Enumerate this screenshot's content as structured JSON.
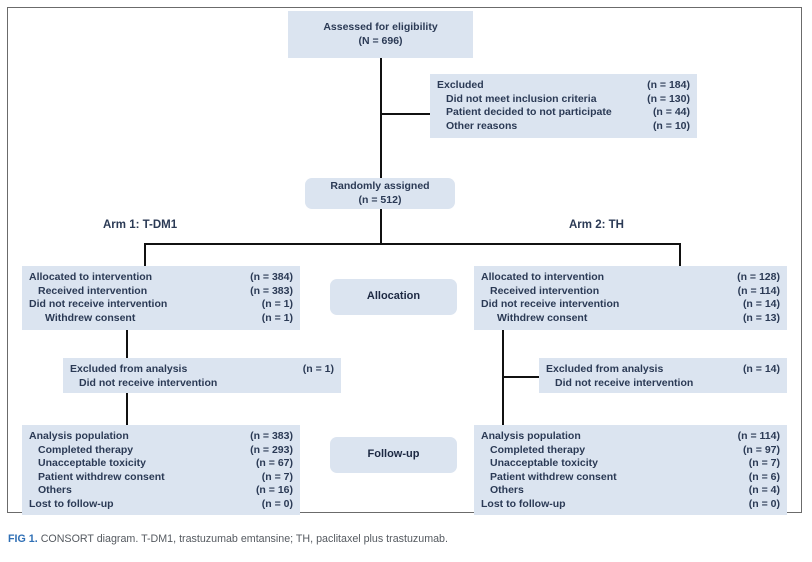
{
  "figure": {
    "caption_label": "FIG 1.",
    "caption_text": "CONSORT diagram. T-DM1, trastuzumab emtansine; TH, paclitaxel plus trastuzumab.",
    "accent_color": "#2f6fb5",
    "box_fill": "#dbe4f0",
    "text_color": "#2b3a55",
    "line_color": "#111111"
  },
  "enrollment": {
    "assessed": {
      "line1": "Assessed for eligibility",
      "line2": "(N = 696)"
    },
    "excluded": {
      "rows": [
        {
          "label": "Excluded",
          "n": "(n = 184)"
        },
        {
          "label": "Did not meet inclusion criteria",
          "n": "(n = 130)"
        },
        {
          "label": "Patient decided to not participate",
          "n": "(n = 44)"
        },
        {
          "label": "Other reasons",
          "n": "(n = 10)"
        }
      ]
    },
    "randomized": {
      "line1": "Randomly assigned",
      "line2": "(n = 512)"
    }
  },
  "stages": {
    "allocation": "Allocation",
    "followup": "Follow-up"
  },
  "arms": [
    {
      "heading": "Arm 1: T-DM1",
      "allocation": {
        "rows": [
          {
            "label": "Allocated to intervention",
            "n": "(n = 384)"
          },
          {
            "label": "Received intervention",
            "n": "(n = 383)"
          },
          {
            "label": "Did not receive intervention",
            "n": "(n = 1)"
          },
          {
            "label": "Withdrew consent",
            "n": "(n = 1)"
          }
        ]
      },
      "excluded_from_analysis": {
        "rows": [
          {
            "label": "Excluded from analysis",
            "n": "(n = 1)"
          },
          {
            "label": "Did not receive intervention",
            "n": ""
          }
        ]
      },
      "followup": {
        "rows": [
          {
            "label": "Analysis population",
            "n": "(n = 383)"
          },
          {
            "label": "Completed therapy",
            "n": "(n = 293)"
          },
          {
            "label": "Unacceptable toxicity",
            "n": "(n = 67)"
          },
          {
            "label": "Patient withdrew consent",
            "n": "(n = 7)"
          },
          {
            "label": "Others",
            "n": "(n = 16)"
          },
          {
            "label": "Lost to follow-up",
            "n": "(n = 0)"
          }
        ]
      }
    },
    {
      "heading": "Arm 2: TH",
      "allocation": {
        "rows": [
          {
            "label": "Allocated to intervention",
            "n": "(n = 128)"
          },
          {
            "label": "Received intervention",
            "n": "(n = 114)"
          },
          {
            "label": "Did not receive intervention",
            "n": "(n = 14)"
          },
          {
            "label": "Withdrew consent",
            "n": "(n = 13)"
          }
        ]
      },
      "excluded_from_analysis": {
        "rows": [
          {
            "label": "Excluded from analysis",
            "n": "(n = 14)"
          },
          {
            "label": "Did not receive intervention",
            "n": ""
          }
        ]
      },
      "followup": {
        "rows": [
          {
            "label": "Analysis population",
            "n": "(n = 114)"
          },
          {
            "label": "Completed therapy",
            "n": "(n = 97)"
          },
          {
            "label": "Unacceptable toxicity",
            "n": "(n = 7)"
          },
          {
            "label": "Patient withdrew consent",
            "n": "(n = 6)"
          },
          {
            "label": "Others",
            "n": "(n = 4)"
          },
          {
            "label": "Lost to follow-up",
            "n": "(n = 0)"
          }
        ]
      }
    }
  ]
}
